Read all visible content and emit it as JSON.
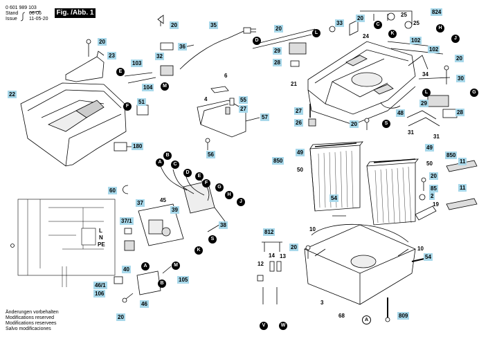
{
  "header": {
    "part_number": "0 601 989 103",
    "stand_label": "Stand",
    "stand_value": "06-06",
    "issue_label": "Issue",
    "issue_value": "11-05-20",
    "figure_title": "Fig. /Abb. 1"
  },
  "disclaimers": [
    "Änderungen vorbehalten",
    "Modifications reserved",
    "Modifications reservees",
    "Salvo modificaciones"
  ],
  "callouts": {
    "c2": "2",
    "c3": "3",
    "c4": "4",
    "c6": "6",
    "c10": "10",
    "c10b": "10",
    "c11": "11",
    "c11b": "11",
    "c12": "12",
    "c13": "13",
    "c14": "14",
    "c19": "19",
    "c20a": "20",
    "c20b": "20",
    "c20c": "20",
    "c20d": "20",
    "c20e": "20",
    "c20f": "20",
    "c20g": "20",
    "c20h": "20",
    "c20i": "20",
    "c21": "21",
    "c22": "22",
    "c23": "23",
    "c24": "24",
    "c25": "25",
    "c25b": "25",
    "c26": "26",
    "c27": "27",
    "c27b": "27",
    "c28": "28",
    "c28b": "28",
    "c29": "29",
    "c29b": "29",
    "c30": "30",
    "c31": "31",
    "c31b": "31",
    "c32": "32",
    "c33": "33",
    "c34": "34",
    "c35": "35",
    "c36": "36",
    "c37": "37",
    "c371": "37/1",
    "c38": "38",
    "c39": "39",
    "c40": "40",
    "c45": "45",
    "c46": "46",
    "c461": "46/1",
    "c48": "48",
    "c49": "49",
    "c49b": "49",
    "c50": "50",
    "c50b": "50",
    "c51": "51",
    "c54": "54",
    "c54b": "54",
    "c55": "55",
    "c56": "56",
    "c57": "57",
    "c60": "60",
    "c68": "68",
    "c85": "85",
    "c102": "102",
    "c102b": "102",
    "c103": "103",
    "c104": "104",
    "c105": "105",
    "c106": "106",
    "c180": "180",
    "c809": "809",
    "c812": "812",
    "c824": "824",
    "c850": "850",
    "c850b": "850"
  },
  "letter_markers": {
    "A": "A",
    "A2": "A",
    "B": "B",
    "B2": "B",
    "C": "C",
    "C2": "C",
    "D": "D",
    "D2": "D",
    "E": "E",
    "E2": "E",
    "F": "F",
    "F2": "F",
    "G": "G",
    "G2": "G",
    "H": "H",
    "H2": "H",
    "J": "J",
    "J2": "J",
    "K": "K",
    "K2": "K",
    "L": "L",
    "L2": "L",
    "M": "M",
    "M2": "M",
    "S": "S",
    "S2": "S",
    "V": "V",
    "W": "W",
    "A3": "A"
  },
  "schematic": {
    "L": "L",
    "N": "N",
    "PE": "PE"
  },
  "colors": {
    "label_fill": "#a8d8ea",
    "line": "#000000",
    "part_fill": "#ffffff",
    "shade": "#dddddd"
  }
}
